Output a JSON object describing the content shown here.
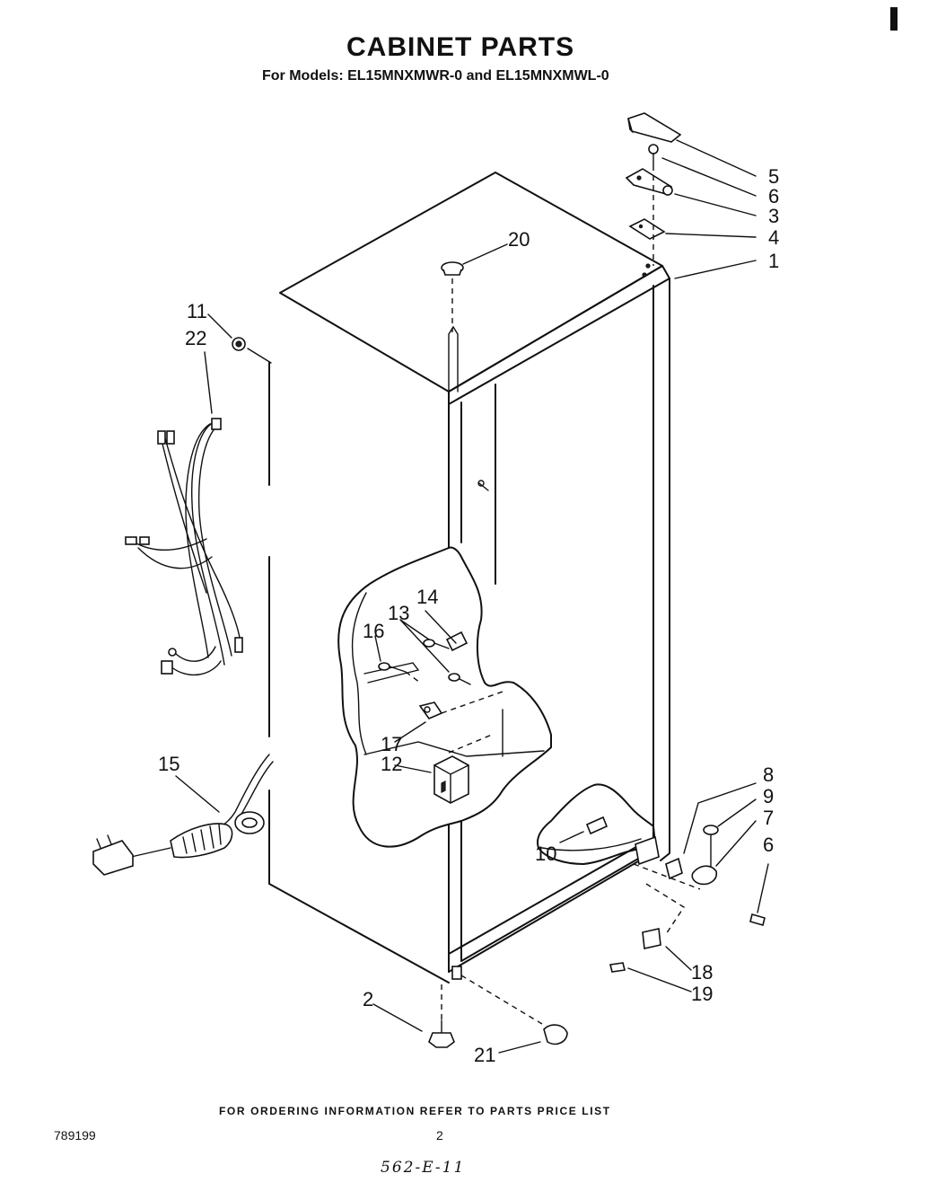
{
  "header": {
    "title": "CABINET PARTS",
    "subtitle": "For Models: EL15MNXMWR-0 and EL15MNXMWL-0"
  },
  "callouts": {
    "c1": "1",
    "c2": "2",
    "c3": "3",
    "c4": "4",
    "c5": "5",
    "c6a": "6",
    "c6b": "6",
    "c7": "7",
    "c8": "8",
    "c9": "9",
    "c10": "10",
    "c11": "11",
    "c12": "12",
    "c13": "13",
    "c14": "14",
    "c15": "15",
    "c16": "16",
    "c17": "17",
    "c18": "18",
    "c19": "19",
    "c20": "20",
    "c21": "21",
    "c22": "22"
  },
  "footer": {
    "ordering_note": "FOR ORDERING INFORMATION REFER TO PARTS PRICE LIST",
    "doc_number": "789199",
    "page_number": "2",
    "handwritten_code": "562-E-11"
  }
}
